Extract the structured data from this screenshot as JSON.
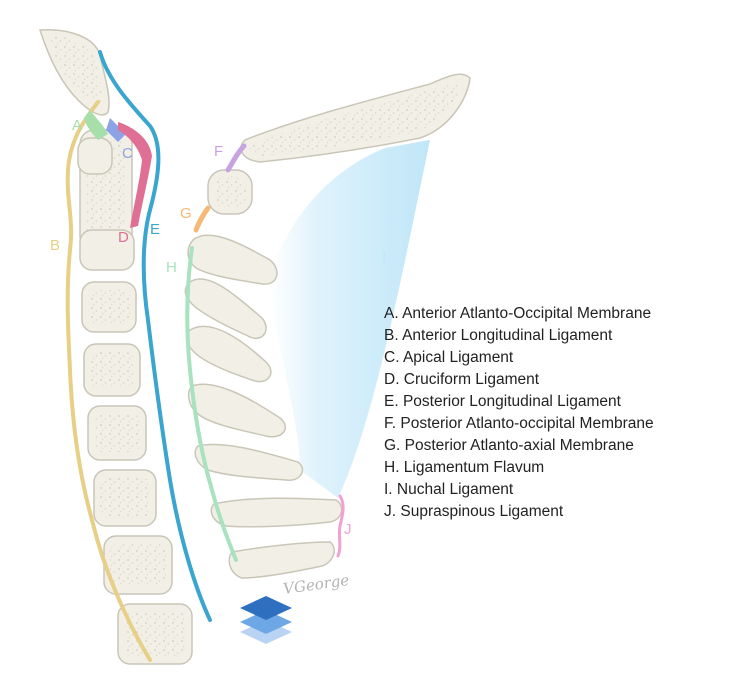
{
  "colors": {
    "bone_fill": "#f2f0e6",
    "bone_stroke": "#c9c6b8",
    "bone_speckle": "#dcd9cc",
    "a": "#a6dfa9",
    "b": "#e8cf86",
    "c": "#8ea2e6",
    "d": "#df6f95",
    "e": "#3aa5cf",
    "f": "#c7a3e2",
    "g": "#f6b877",
    "h": "#a8e2bf",
    "i": "#bfe6f8",
    "j": "#f3a0d5",
    "logo_top": "#2e6fbf",
    "logo_mid": "#6ea7e6",
    "logo_bottom": "#b8d3f4"
  },
  "labels": {
    "a": "A",
    "b": "B",
    "c": "C",
    "d": "D",
    "e": "E",
    "f": "F",
    "g": "G",
    "h": "H",
    "i": "I",
    "j": "J"
  },
  "legend": [
    "A. Anterior Atlanto-Occipital Membrane",
    "B. Anterior Longitudinal Ligament",
    "C. Apical Ligament",
    "D. Cruciform Ligament",
    "E. Posterior Longitudinal Ligament",
    "F. Posterior Atlanto-occipital Membrane",
    "G. Posterior Atlanto-axial Membrane",
    "H. Ligamentum Flavum",
    "I. Nuchal Ligament",
    "J. Supraspinous Ligament"
  ],
  "signature": "VGeorge"
}
